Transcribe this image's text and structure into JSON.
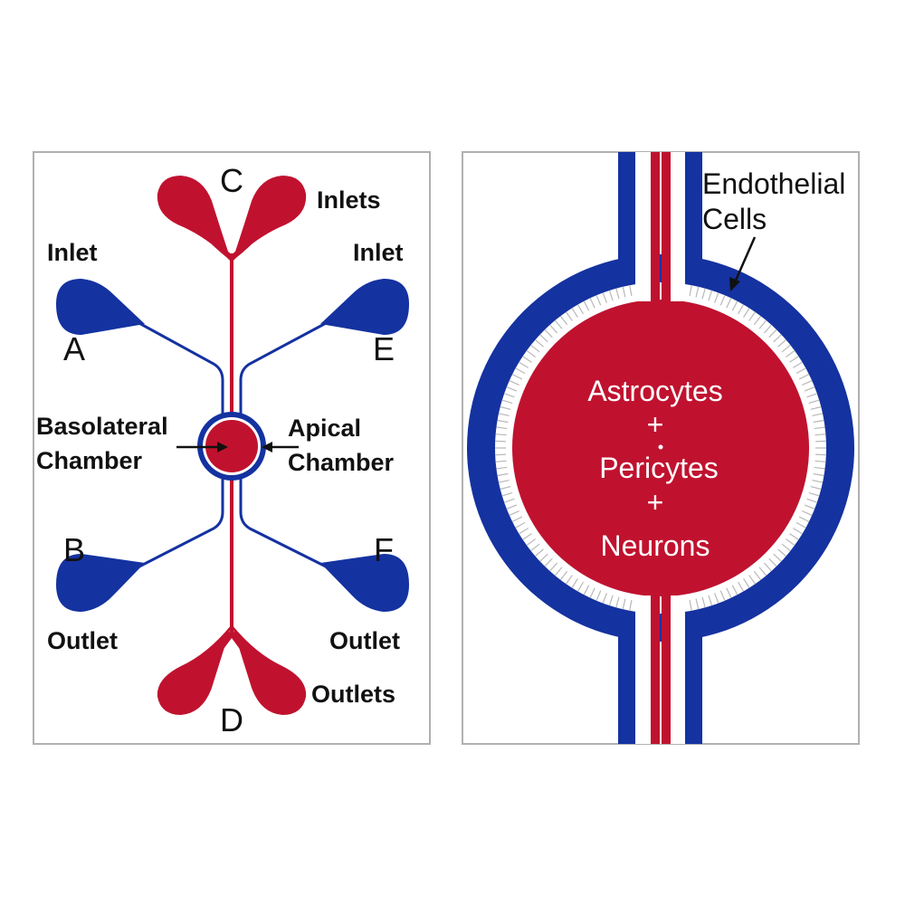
{
  "colors": {
    "red": "#c0122f",
    "blue": "#1432a0",
    "panel_border": "#b0b0b0",
    "text": "#111111",
    "inner_text": "#ffffff",
    "cell_line": "#b8b8b8"
  },
  "left_panel": {
    "ports": {
      "C": "C",
      "D": "D",
      "A": "A",
      "B": "B",
      "E": "E",
      "F": "F"
    },
    "labels": {
      "inlets": "Inlets",
      "inlet_left": "Inlet",
      "inlet_right": "Inlet",
      "outlet_left": "Outlet",
      "outlet_right": "Outlet",
      "outlets": "Outlets",
      "basolateral_line1": "Basolateral",
      "basolateral_line2": "Chamber",
      "apical_line1": "Apical",
      "apical_line2": "Chamber"
    }
  },
  "right_panel": {
    "endothelial_line1": "Endothelial",
    "endothelial_line2": "Cells",
    "center_line1": "Astrocytes",
    "plus1": "+",
    "center_line2": "Pericytes",
    "plus2": "+",
    "center_line3": "Neurons"
  }
}
